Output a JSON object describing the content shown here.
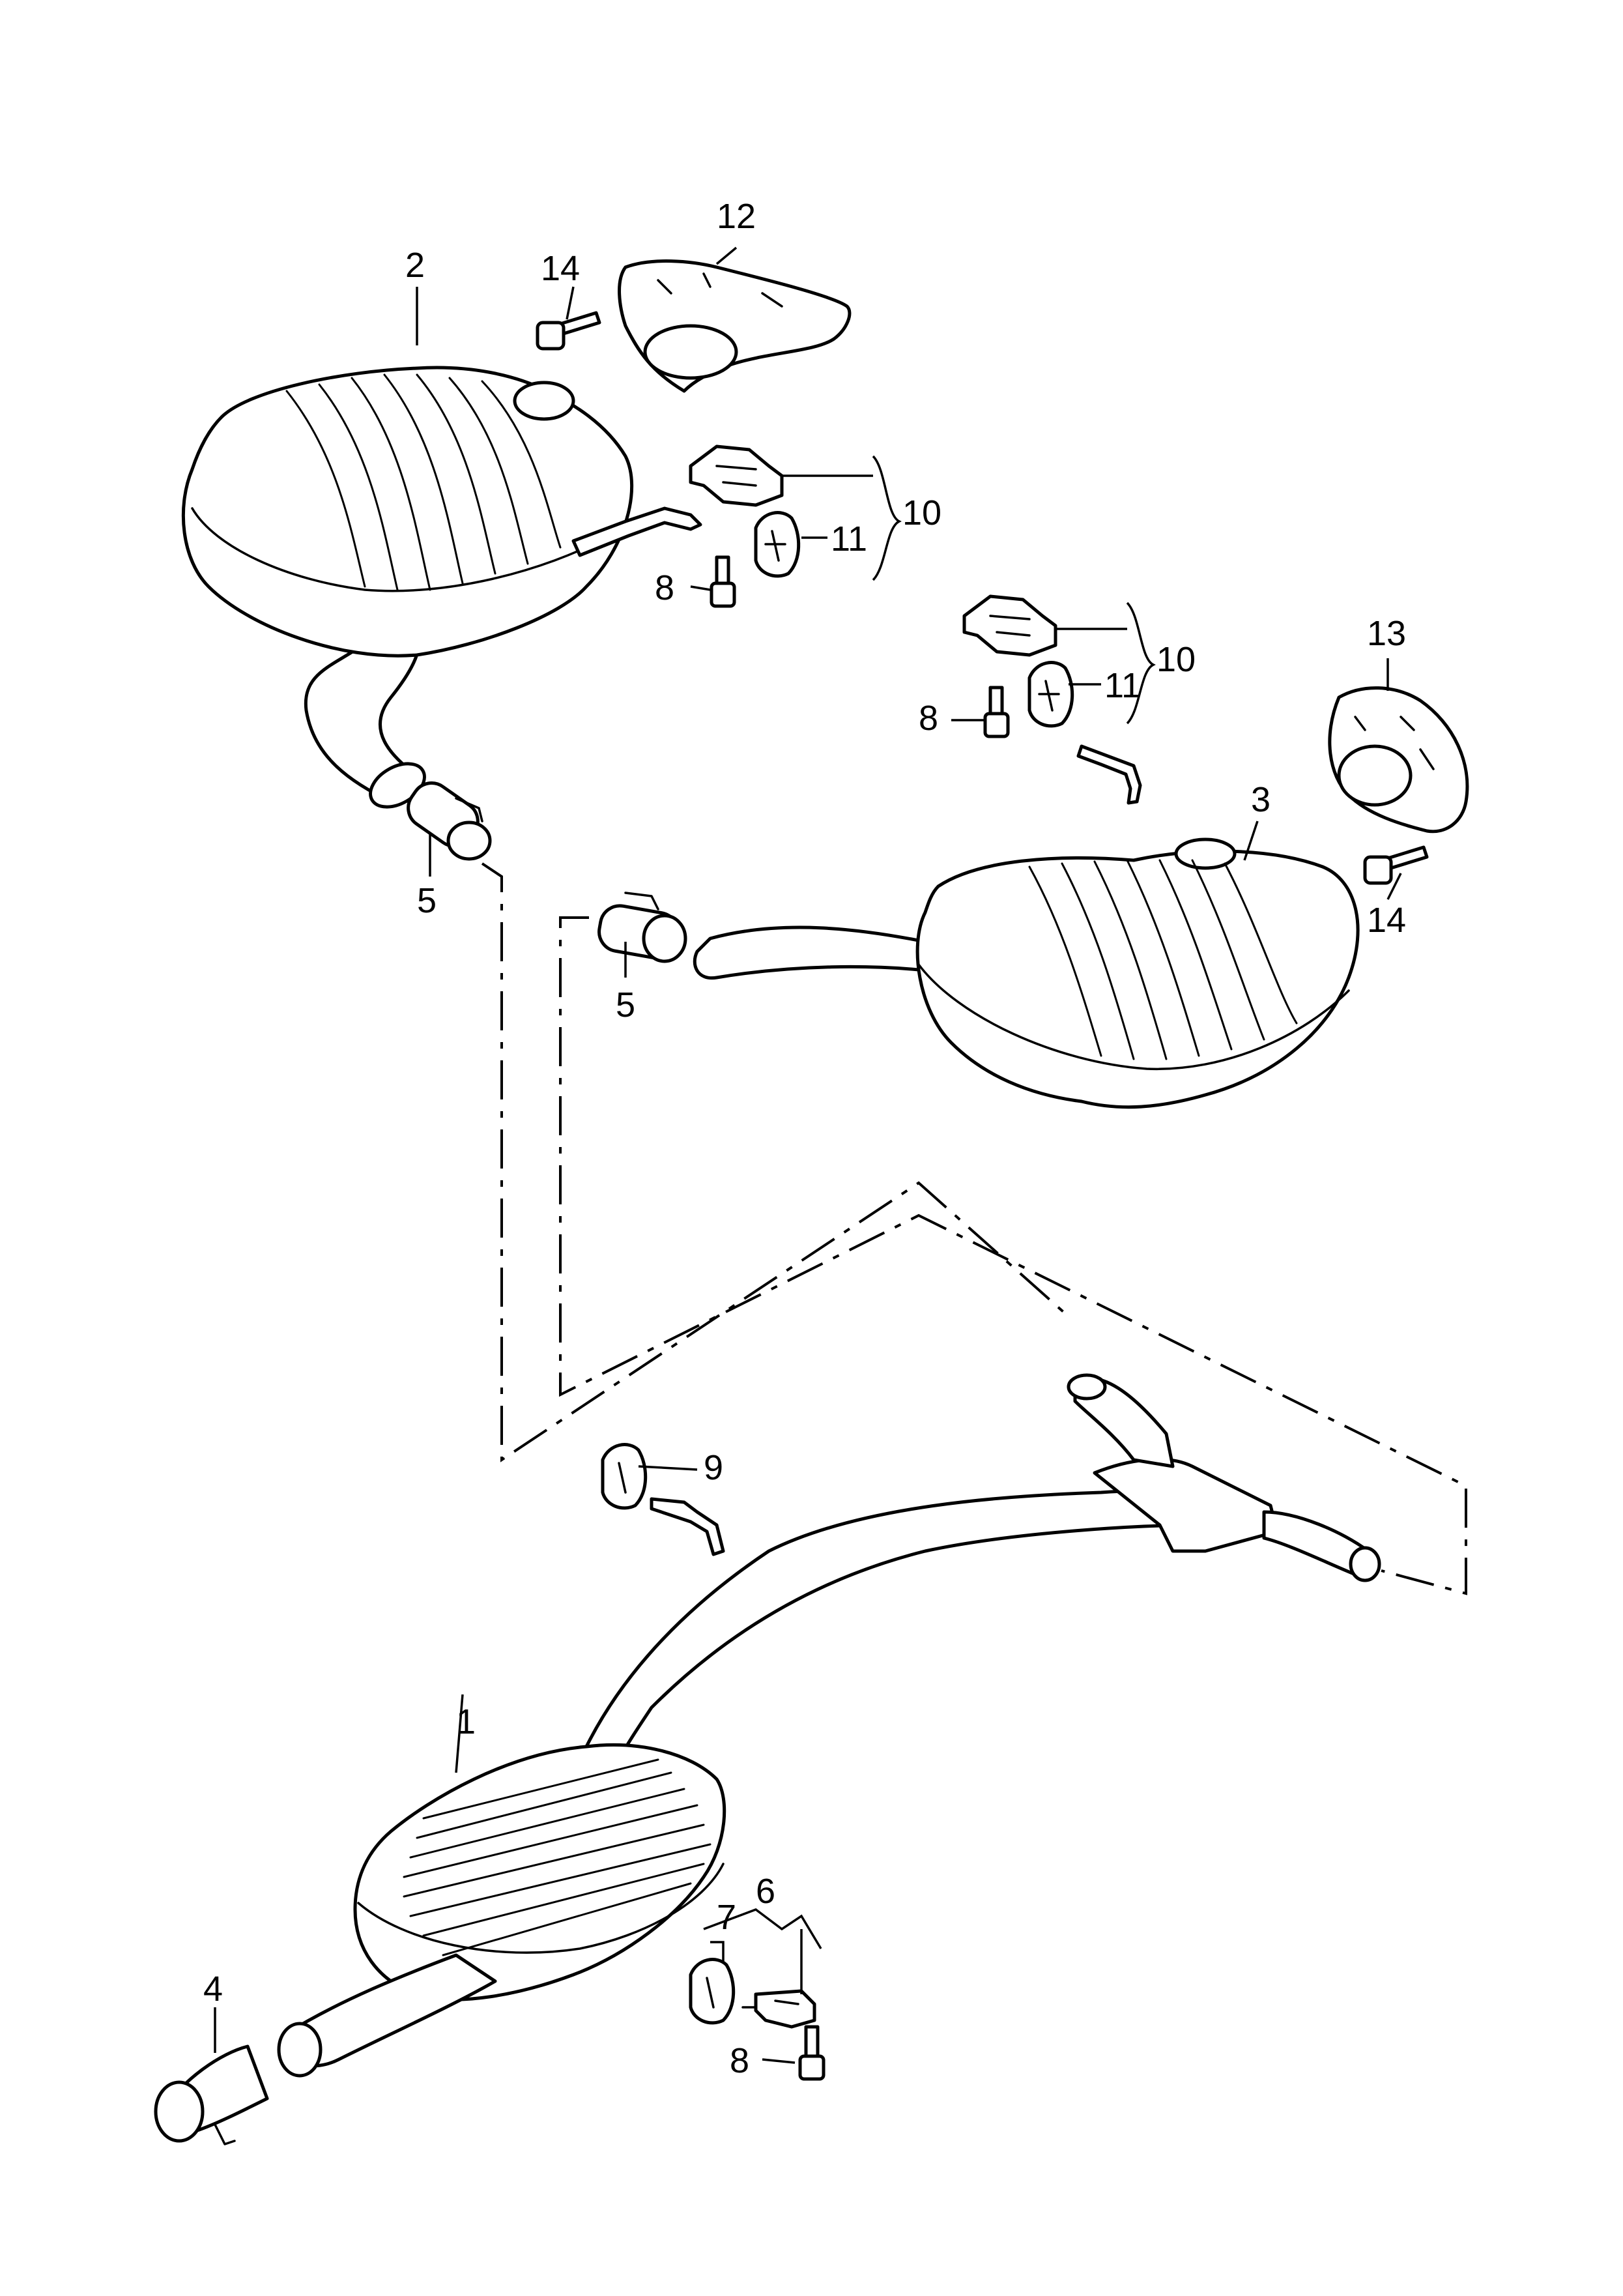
{
  "diagram": {
    "kind": "exploded parts diagram",
    "labels": {
      "p1": "1",
      "p2": "2",
      "p3": "3",
      "p4": "4",
      "p5a": "5",
      "p5b": "5",
      "p6": "6",
      "p7": "7",
      "p8a": "8",
      "p8b": "8",
      "p8c": "8",
      "p9": "9",
      "p10a": "10",
      "p10b": "10",
      "p11a": "11",
      "p11b": "11",
      "p12": "12",
      "p13": "13",
      "p14a": "14",
      "p14b": "14"
    },
    "colors": {
      "line": "#000000",
      "background": "#ffffff"
    }
  }
}
